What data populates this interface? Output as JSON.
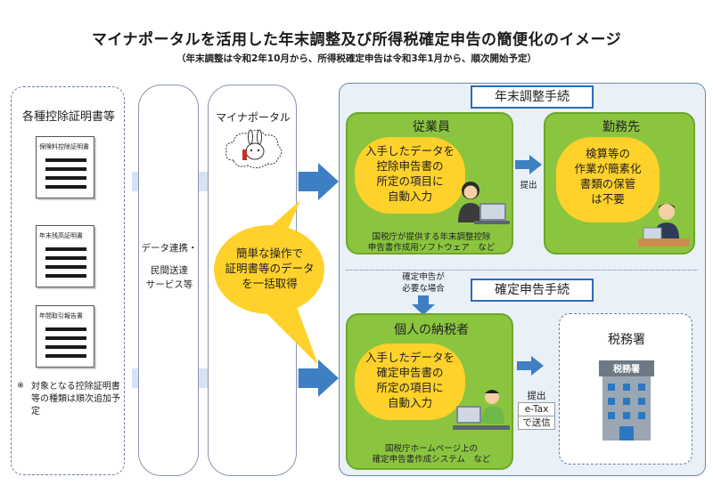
{
  "header": {
    "title": "マイナポータルを活用した年末調整及び所得税確定申告の簡便化のイメージ",
    "subtitle": "（年末調整は令和2年10月から、所得税確定申告は令和3年1月から、順次開始予定）"
  },
  "left": {
    "title": "各種控除証明書等",
    "docs": [
      "保険料控除証明書",
      "年末残高証明書",
      "年間取引報告書"
    ],
    "note_mark": "※",
    "note": "対象となる控除証明書等の種類は順次追加予定"
  },
  "middle": {
    "lines": [
      "データ連携・",
      "民間送達",
      "サービス等"
    ]
  },
  "portal": {
    "title": "マイナポータル",
    "bubble": [
      "簡単な操作で",
      "証明書等のデータ",
      "を一括取得"
    ]
  },
  "year_end": {
    "section": "年末調整手続",
    "employee": {
      "title": "従業員",
      "bubble": [
        "入手したデータを",
        "控除申告書の",
        "所定の項目に",
        "自動入力"
      ],
      "note": [
        "国税庁が提供する年末調整控除",
        "申告書作成用ソフトウェア　など"
      ]
    },
    "submit": "提出",
    "employer": {
      "title": "勤務先",
      "bubble": [
        "検算等の",
        "作業が簡素化",
        "書類の保管",
        "は不要"
      ]
    }
  },
  "transition": {
    "text": [
      "確定申告が",
      "必要な場合"
    ]
  },
  "tax_return": {
    "section": "確定申告手続",
    "person": {
      "title": "個人の納税者",
      "bubble": [
        "入手したデータを",
        "確定申告書の",
        "所定の項目に",
        "自動入力"
      ],
      "note": [
        "国税庁ホームページ上の",
        "確定申告書作成システム　など"
      ]
    },
    "submit": [
      "提出",
      "e-Tax",
      "で送信"
    ],
    "office": {
      "title": "税務署",
      "sign": "税務署"
    }
  },
  "colors": {
    "band": "#d5e3f3",
    "arrow": "#3e7fc4",
    "green": "#8bc53f",
    "yellow": "#ffd12b",
    "section_border": "#2b6cb7"
  }
}
